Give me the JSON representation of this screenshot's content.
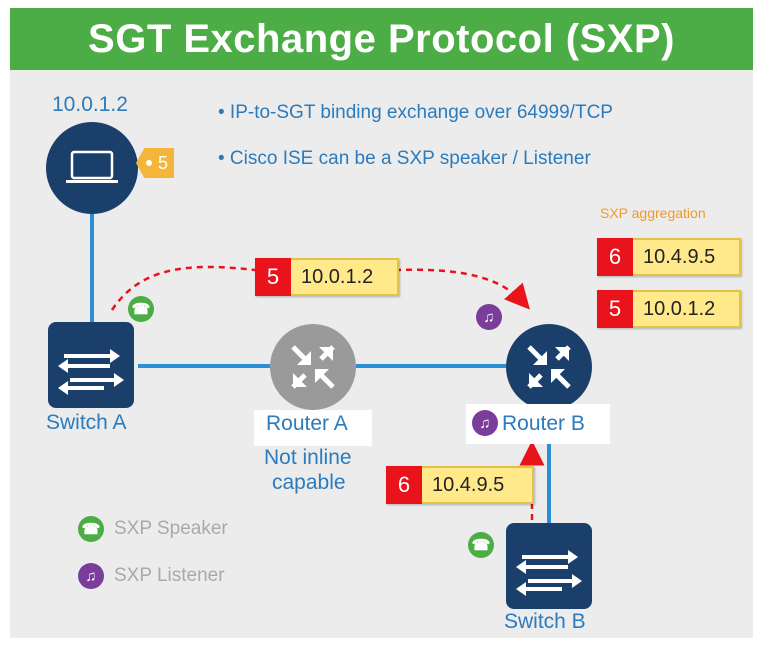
{
  "title": "SGT Exchange Protocol (SXP)",
  "bullets": [
    "• IP-to-SGT binding exchange over 64999/TCP",
    "• Cisco ISE can be a SXP speaker / Listener"
  ],
  "nodes": {
    "host_ip": "10.0.1.2",
    "host_tag": "5",
    "switch_a": "Switch A",
    "router_a": "Router A",
    "router_a_note_1": "Not inline",
    "router_a_note_2": "capable",
    "router_b": "Router B",
    "switch_b": "Switch B"
  },
  "bindings": {
    "transit_a": {
      "sgt": "5",
      "ip": "10.0.1.2"
    },
    "transit_b": {
      "sgt": "6",
      "ip": "10.4.9.5"
    },
    "aggregation_title": "SXP aggregation",
    "aggregation": [
      {
        "sgt": "6",
        "ip": "10.4.9.5"
      },
      {
        "sgt": "5",
        "ip": "10.0.1.2"
      }
    ]
  },
  "legend": {
    "speaker": "SXP Speaker",
    "listener": "SXP Listener"
  },
  "colors": {
    "header": "#4cac46",
    "navy": "#1b3f6b",
    "text_blue": "#2b7bbd",
    "tag_red": "#e8131b",
    "tag_yellow": "#ffe98a",
    "speaker_green": "#4cac46",
    "listener_purple": "#7a3d9a",
    "dashed_red": "#e8131b"
  },
  "icons": [
    "laptop-icon",
    "switch-arrows-icon",
    "router-arrows-icon",
    "speaker-icon",
    "listener-icon",
    "tag-icon"
  ]
}
